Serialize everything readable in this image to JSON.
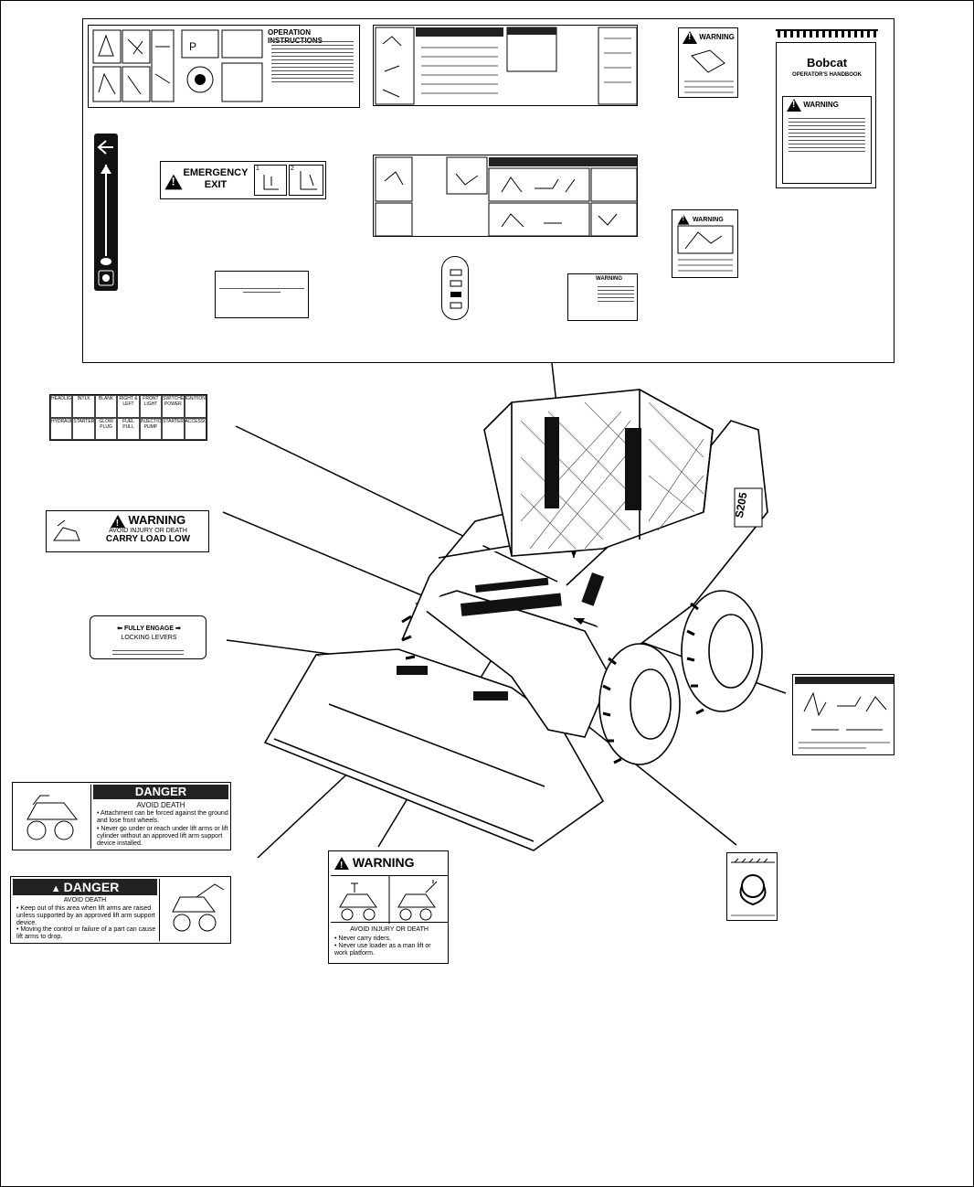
{
  "top_panel": {
    "operation_instructions": "OPERATION INSTRUCTIONS",
    "emergency_exit_line1": "EMERGENCY",
    "emergency_exit_line2": "EXIT",
    "step_1": "1",
    "step_2": "2",
    "warning_word": "WARNING",
    "bobcat_logo": "Bobcat",
    "operators_handbook": "OPERATOR'S HANDBOOK",
    "handbook_warning": "WARNING"
  },
  "left_decals": {
    "fuse_panel": {
      "row1": [
        "HEADLIGHT",
        "INTLK",
        "BLANK",
        "RIGHT & LEFT",
        "FRONT LIGHT",
        "SWITCHED POWER",
        "IGNITION"
      ],
      "row2": [
        "HYDRAULIC",
        "STARTER",
        "GLOW PLUG",
        "FUEL PULL",
        "INJECTION PUMP",
        "STARTER",
        "ACCESSORY"
      ]
    },
    "carry_load_low": {
      "warning": "WARNING",
      "line1": "AVOID INJURY OR DEATH",
      "line2": "CARRY LOAD LOW"
    },
    "fully_engage": {
      "line1": "FULLY ENGAGE",
      "line2": "LOCKING LEVERS"
    },
    "danger_attachment": {
      "header": "DANGER",
      "title": "AVOID DEATH",
      "bullet1": "• Attachment can be forced against the ground and lose front wheels.",
      "bullet2": "• Never go under or reach under lift arms or lift cylinder without an approved lift arm support device installed."
    },
    "danger_lift_arms": {
      "header": "DANGER",
      "title": "AVOID DEATH",
      "bullet1": "• Keep out of this area when lift arms are raised unless supported by an approved lift arm support device.",
      "bullet2": "• Moving the control or failure of a part can cause lift arms to drop."
    }
  },
  "bottom_decals": {
    "riders_warning": {
      "header": "WARNING",
      "title": "AVOID INJURY OR DEATH",
      "bullet1": "• Never carry riders.",
      "bullet2": "• Never use loader as a man lift or work platform."
    }
  },
  "machine": {
    "model_label": "S205"
  }
}
